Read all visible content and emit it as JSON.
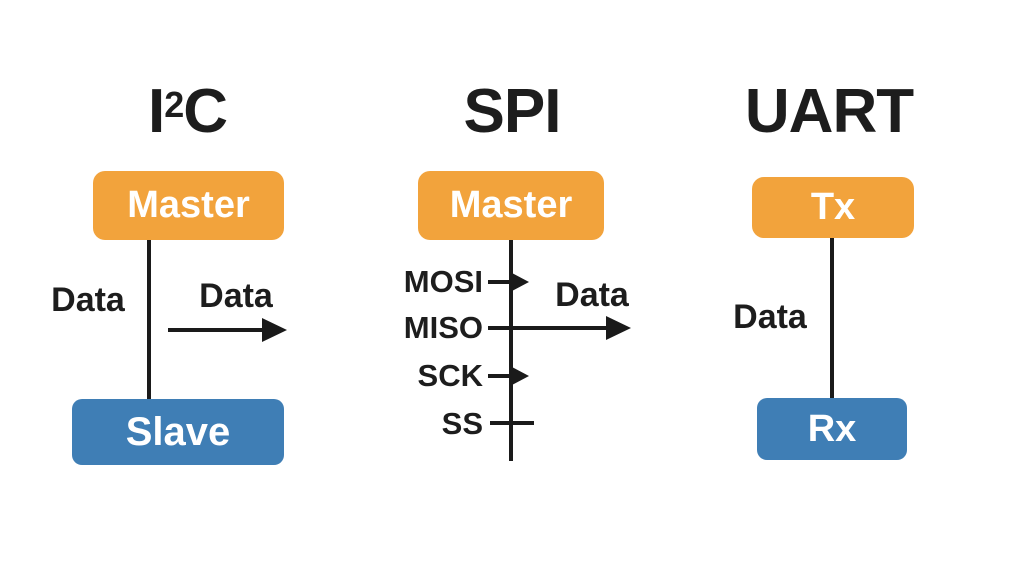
{
  "colors": {
    "orange": "#F2A33C",
    "blue": "#3F7EB5",
    "line": "#1a1a1a",
    "text": "#1d1d1d"
  },
  "i2c": {
    "title_pre": "I",
    "title_sup": "2",
    "title_post": "C",
    "master_label": "Master",
    "slave_label": "Slave",
    "data_left_label": "Data",
    "data_right_label": "Data"
  },
  "spi": {
    "title": "SPI",
    "master_label": "Master",
    "data_label": "Data",
    "signals": [
      {
        "label": "MOSI",
        "arrow": "short-right"
      },
      {
        "label": "MISO",
        "arrow": "long-right"
      },
      {
        "label": "SCK",
        "arrow": "short-right"
      },
      {
        "label": "SS",
        "arrow": "tick"
      }
    ]
  },
  "uart": {
    "title": "UART",
    "tx_label": "Tx",
    "rx_label": "Rx",
    "data_label": "Data"
  }
}
